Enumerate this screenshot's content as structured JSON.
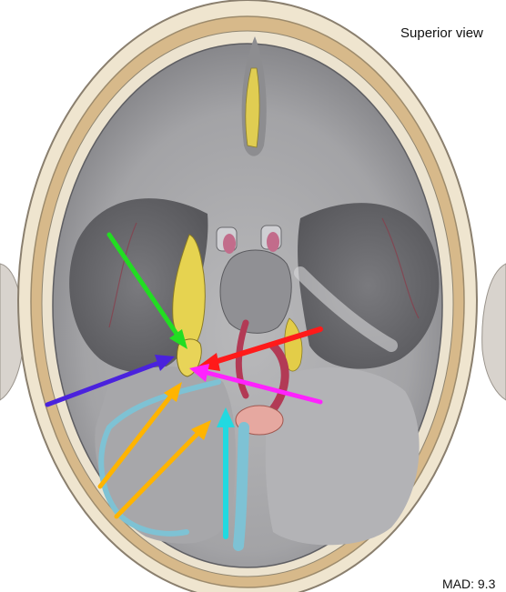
{
  "labels": {
    "view": "Superior view",
    "source": "MAD: 9.3"
  },
  "colors": {
    "background": "#ffffff",
    "skull_outer": "#e8d9b8",
    "skull_band": "#cfae7a",
    "fossa_floor": "#9d9d9f",
    "fossa_shadow": "#6f6f72",
    "nerve": "#e3cf45",
    "vein": "#7ec2d4",
    "artery": "#b23a55",
    "arrows": [
      "#22dd22",
      "#ff1a1a",
      "#4a22dd",
      "#ff22ff",
      "#ffb400",
      "#ffb400",
      "#22d9e0"
    ]
  },
  "arrows": [
    {
      "name": "green-arrow",
      "color": "#22dd22"
    },
    {
      "name": "red-arrow",
      "color": "#ff1a1a"
    },
    {
      "name": "blue-arrow",
      "color": "#4a22dd"
    },
    {
      "name": "magenta-arrow",
      "color": "#ff22ff"
    },
    {
      "name": "orange-arrow-upper",
      "color": "#ffb400"
    },
    {
      "name": "orange-arrow-lower",
      "color": "#ffb400"
    },
    {
      "name": "cyan-arrow",
      "color": "#22d9e0"
    }
  ]
}
